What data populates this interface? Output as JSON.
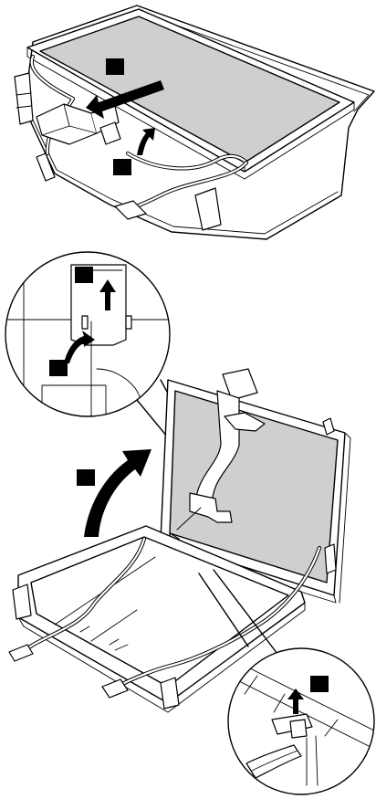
{
  "figure": {
    "background": "#ffffff",
    "line_color": "#000000",
    "panel_fill": "#cfcfcf",
    "step_badges": [
      {
        "id": "badge-step-top-arrow"
      },
      {
        "id": "badge-step-top-lift"
      },
      {
        "id": "badge-step-zoom-lift"
      },
      {
        "id": "badge-step-zoom-arrow"
      },
      {
        "id": "badge-step-rotate"
      },
      {
        "id": "badge-step-detail-lift"
      }
    ]
  }
}
